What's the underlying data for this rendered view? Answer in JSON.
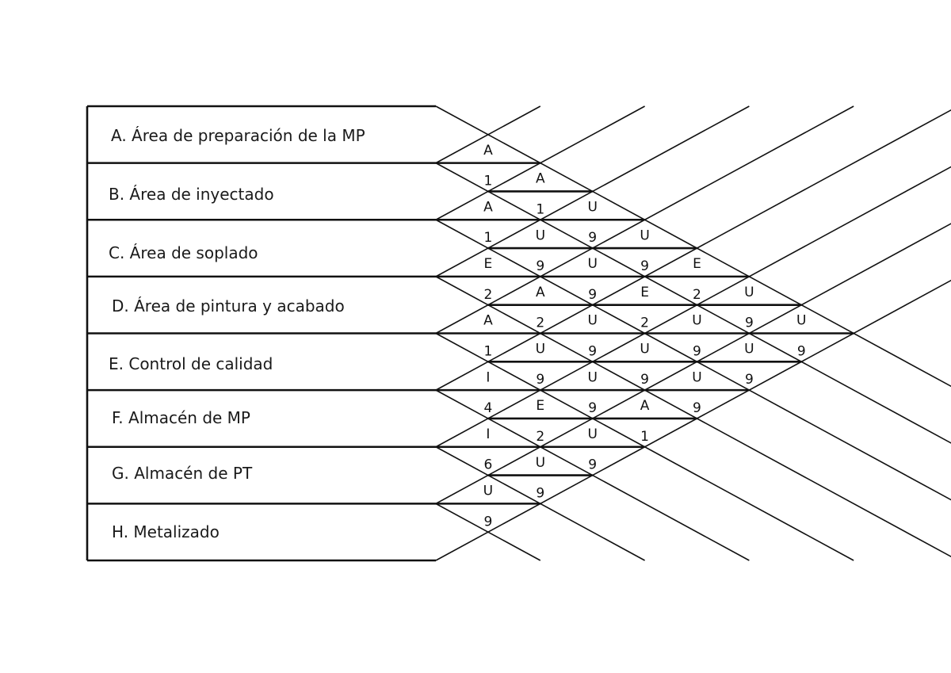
{
  "areas": [
    "A. Área de preparación de la MP",
    "B. Área de inyectado",
    "C. Área de soplado",
    "D. Área de pintura y acabado",
    "E. Control de calidad",
    "F. Almacén de MP",
    "G. Almacén de PT",
    "H. Metalizado"
  ],
  "relationships": [
    {
      "pair": "A-B",
      "letter": "A",
      "reason": "1"
    },
    {
      "pair": "A-C",
      "letter": "A",
      "reason": "1"
    },
    {
      "pair": "A-D",
      "letter": "U",
      "reason": "9"
    },
    {
      "pair": "A-E",
      "letter": "U",
      "reason": "9"
    },
    {
      "pair": "A-F",
      "letter": "E",
      "reason": "2"
    },
    {
      "pair": "A-G",
      "letter": "U",
      "reason": "9"
    },
    {
      "pair": "A-H",
      "letter": "U",
      "reason": "9"
    },
    {
      "pair": "B-C",
      "letter": "A",
      "reason": "1"
    },
    {
      "pair": "B-D",
      "letter": "U",
      "reason": "9"
    },
    {
      "pair": "B-E",
      "letter": "U",
      "reason": "9"
    },
    {
      "pair": "B-F",
      "letter": "E",
      "reason": "2"
    },
    {
      "pair": "B-G",
      "letter": "U",
      "reason": "9"
    },
    {
      "pair": "B-H",
      "letter": "U",
      "reason": "9"
    },
    {
      "pair": "C-D",
      "letter": "E",
      "reason": "2"
    },
    {
      "pair": "C-E",
      "letter": "A",
      "reason": "2"
    },
    {
      "pair": "C-F",
      "letter": "U",
      "reason": "9"
    },
    {
      "pair": "C-G",
      "letter": "U",
      "reason": "9"
    },
    {
      "pair": "C-H",
      "letter": "U",
      "reason": "9"
    },
    {
      "pair": "D-E",
      "letter": "A",
      "reason": "1"
    },
    {
      "pair": "D-F",
      "letter": "U",
      "reason": "9"
    },
    {
      "pair": "D-G",
      "letter": "U",
      "reason": "9"
    },
    {
      "pair": "D-H",
      "letter": "A",
      "reason": "1"
    },
    {
      "pair": "E-F",
      "letter": "I",
      "reason": "4"
    },
    {
      "pair": "E-G",
      "letter": "E",
      "reason": "2"
    },
    {
      "pair": "E-H",
      "letter": "U",
      "reason": "9"
    },
    {
      "pair": "F-G",
      "letter": "I",
      "reason": "6"
    },
    {
      "pair": "F-H",
      "letter": "U",
      "reason": "9"
    },
    {
      "pair": "G-H",
      "letter": "U",
      "reason": "9"
    }
  ]
}
